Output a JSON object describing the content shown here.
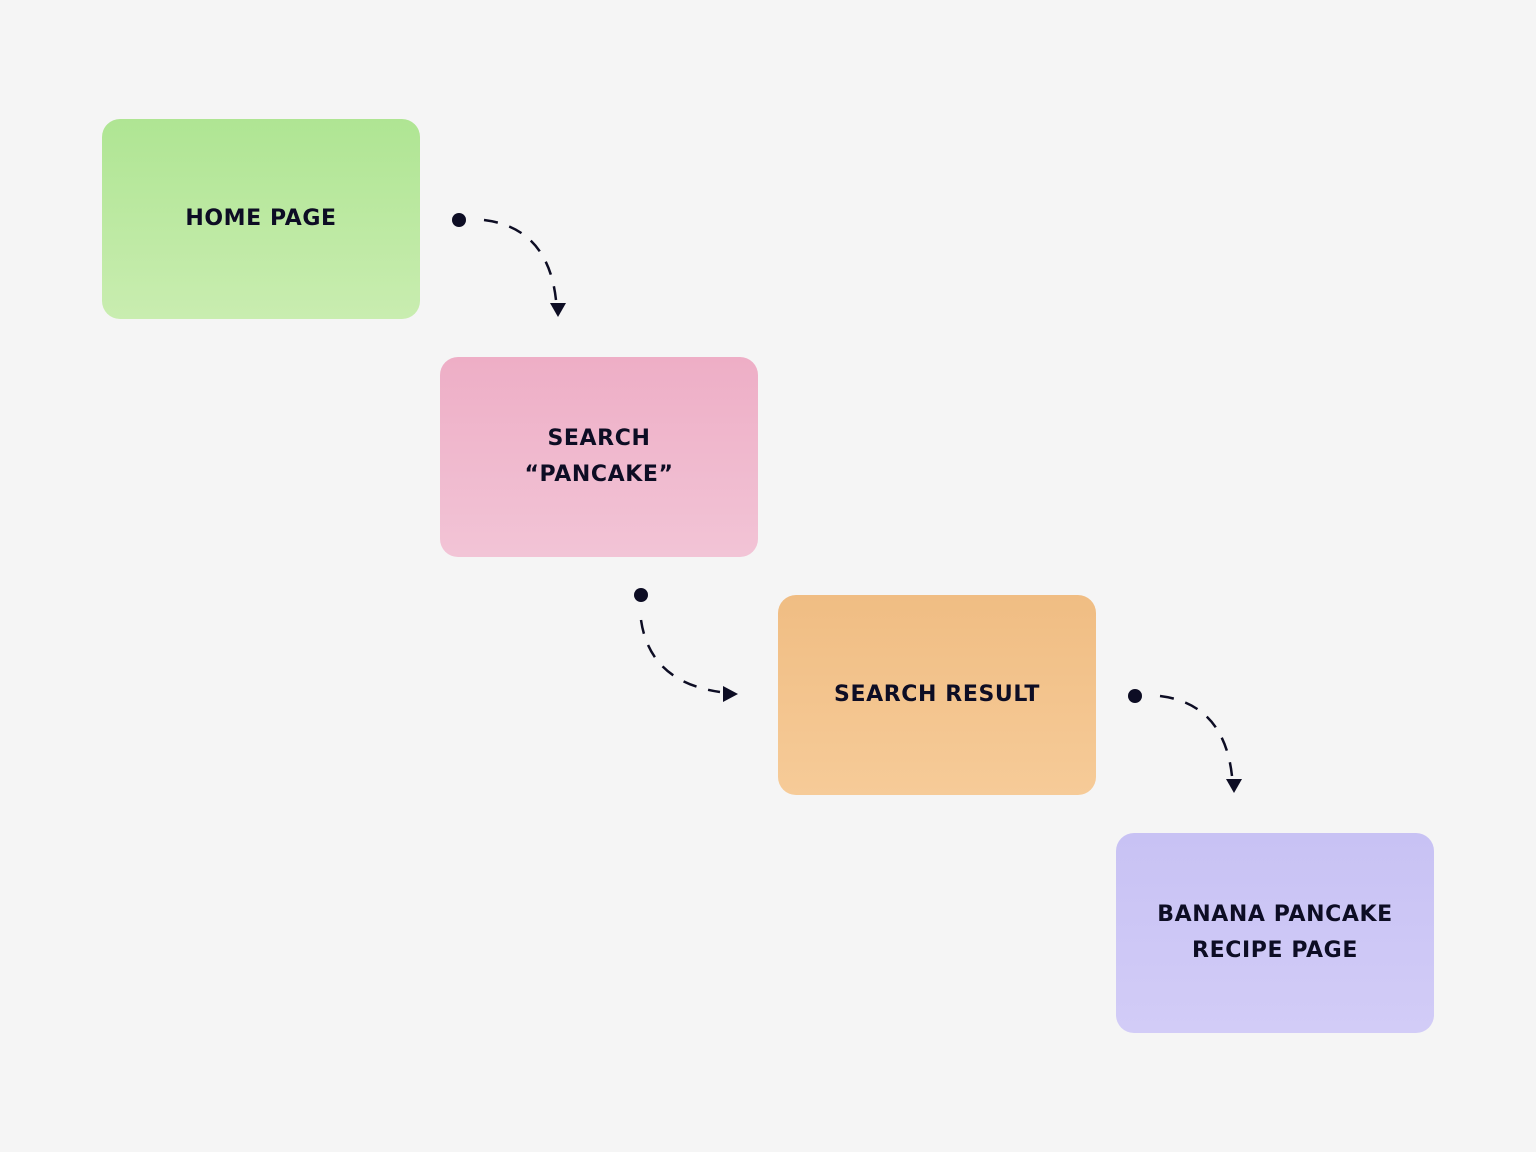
{
  "steps": [
    {
      "label": "HOME PAGE",
      "color_top": "#afe593",
      "color_bottom": "#c9edb0"
    },
    {
      "label": "SEARCH\n“PANCAKE”",
      "color_top": "#eeaec6",
      "color_bottom": "#f2c4d6"
    },
    {
      "label": "SEARCH RESULT",
      "color_top": "#f0bd83",
      "color_bottom": "#f6cb98"
    },
    {
      "label": "BANANA PANCAKE\nRECIPE PAGE",
      "color_top": "#c8c2f4",
      "color_bottom": "#d2ccf7"
    }
  ],
  "connector_color": "#0d0d24",
  "background_color": "#f5f5f5"
}
